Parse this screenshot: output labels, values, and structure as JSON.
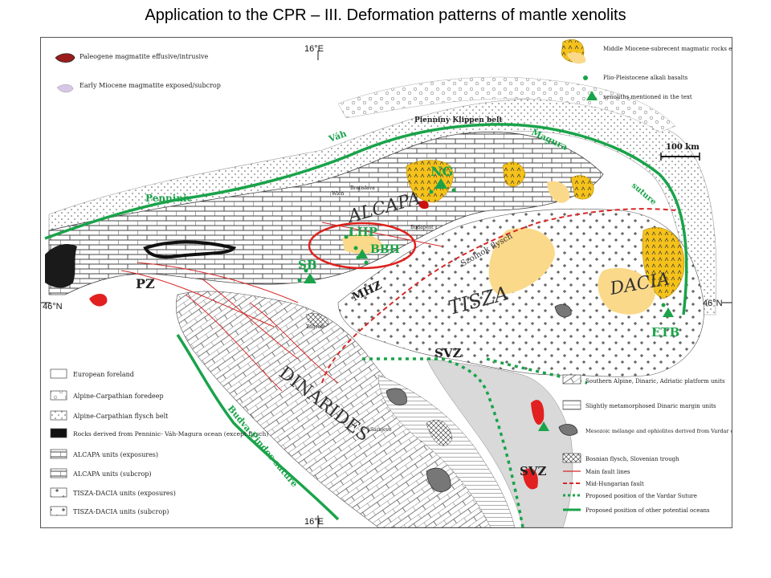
{
  "slide": {
    "title": "Application to the CPR – III. Deformation patterns of mantle xenolits"
  },
  "map": {
    "coords": {
      "lon_top": "16°E",
      "lon_bottom": "16°E",
      "lat_left": "46°N",
      "lat_right": "46°N"
    },
    "scale_bar": "100 km",
    "legend_top_left": [
      {
        "label": "Paleogene magmatite effusive/intrusive",
        "symbol": "red-black-lens"
      },
      {
        "label": "Early Miocene magmatite exposed/subcrop",
        "symbol": "lilac-lens"
      }
    ],
    "legend_top_right": [
      {
        "label": "Middle Miocene-subrecent magmatic rocks exposed/subcrop",
        "symbol": "yellow-hatched-blob"
      },
      {
        "label": "Plio-Pleistocene alkali basalts",
        "symbol": "green-dot"
      },
      {
        "label": "xenoliths mentioned in the text",
        "symbol": "green-triangle"
      }
    ],
    "legend_bottom_left": [
      {
        "label": "European foreland",
        "symbol": "plain"
      },
      {
        "label": "Alpine-Carpathian foredeep",
        "symbol": "circles"
      },
      {
        "label": "Alpine-Carpathian flysch belt",
        "symbol": "dots"
      },
      {
        "label": "Rocks derived from Penninic- Váh-Magura ocean (except flysch)",
        "symbol": "black"
      },
      {
        "label": "ALCAPA units (exposures)",
        "symbol": "brick"
      },
      {
        "label": "ALCAPA units (subcrop)",
        "symbol": "brick-light"
      },
      {
        "label": "TISZA-DACIA units (exposures)",
        "symbol": "crosses"
      },
      {
        "label": "TISZA-DACIA units (subcrop)",
        "symbol": "crosses-light"
      }
    ],
    "legend_bottom_right": [
      {
        "label": "Southern Alpine, Dinaric, Adriatic platform units",
        "symbol": "slant-brick"
      },
      {
        "label": "Slightly metamorphosed Dinaric margin units",
        "symbol": "lines"
      },
      {
        "label": "Mesozoic mélange and ophiolites derived from Vardar ocean",
        "symbol": "grey-black"
      },
      {
        "label": "Bosnian flysch, Slovenian trough",
        "symbol": "crosshatch"
      },
      {
        "label": "Main fault lines",
        "symbol": "red-line"
      },
      {
        "label": "Mid-Hungarian fault",
        "symbol": "red-dash"
      },
      {
        "label": "Proposed position of the Vardar Suture",
        "symbol": "green-dots"
      },
      {
        "label": "Proposed position of other potential oceans",
        "symbol": "green-line"
      }
    ],
    "units": {
      "alcapa": "ALCAPA",
      "tisza": "TISZA",
      "dacia": "DACIA",
      "dinarides": "DINARIDES",
      "pz": "PZ",
      "mhz": "MHZ",
      "svz1": "SVZ",
      "svz2": "SVZ",
      "szolnok": "Szolnok flysch",
      "pieniny": "Pienniny Klippen belt",
      "vah": "Váh",
      "magura": "Magura",
      "suture": "suture",
      "penninic": "Penninic",
      "budva": "Budva-Pindos suture"
    },
    "cities": {
      "wien": "Wien",
      "bratislava": "Bratislava",
      "budapest": "Budapest",
      "zagreb": "Zagreb",
      "sarajevo": "Sarajevo"
    },
    "xenolith_sites": {
      "ng": "NG",
      "lhp": "LHP",
      "bbh": "BBH",
      "sb": "SB",
      "etb": "ETB"
    },
    "colors": {
      "suture_green": "#1aa34a",
      "fault_red": "#d62828",
      "magmatic_yellow": "#f4c542",
      "highlight_red": "#e0201b"
    }
  }
}
